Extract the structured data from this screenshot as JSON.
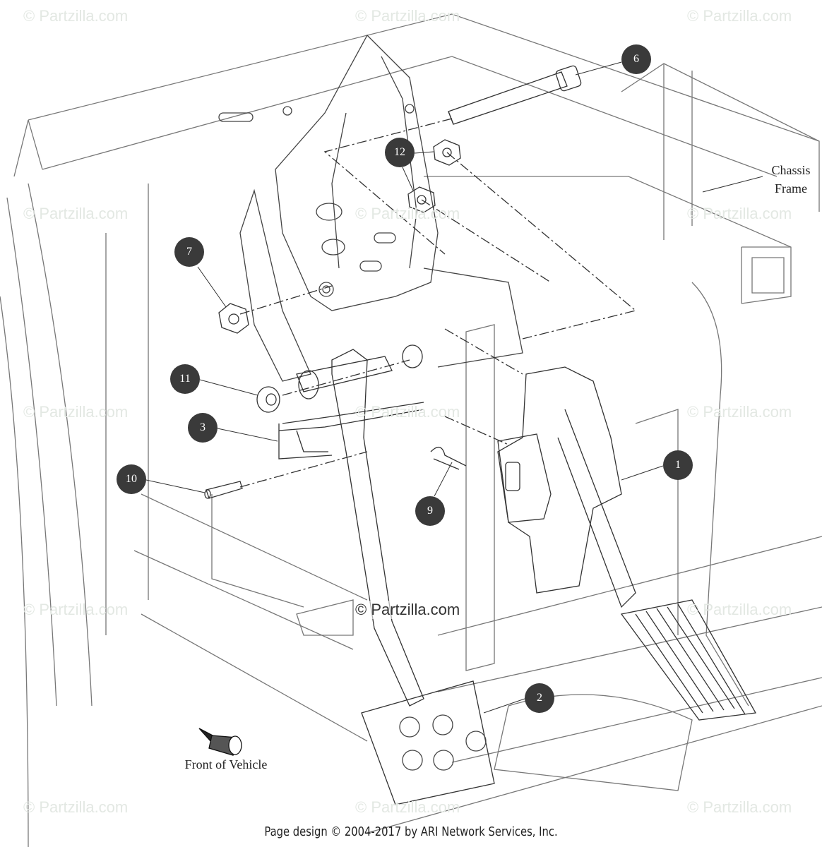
{
  "watermark": "© Partzilla.com",
  "center_watermark": "© Partzilla.com",
  "callouts": [
    {
      "id": "6",
      "label": "6"
    },
    {
      "id": "12",
      "label": "12"
    },
    {
      "id": "7",
      "label": "7"
    },
    {
      "id": "11",
      "label": "11"
    },
    {
      "id": "3",
      "label": "3"
    },
    {
      "id": "10",
      "label": "10"
    },
    {
      "id": "9",
      "label": "9"
    },
    {
      "id": "1",
      "label": "1"
    },
    {
      "id": "2",
      "label": "2"
    }
  ],
  "labels": {
    "chassis_line1": "Chassis",
    "chassis_line2": "Frame",
    "front_of_vehicle": "Front of Vehicle"
  },
  "footer": "Page design © 2004-2017 by ARI Network Services, Inc.",
  "colors": {
    "line": "#4a4a4a",
    "callout": "#3a3a3a",
    "watermark": "#e3e8e3"
  }
}
